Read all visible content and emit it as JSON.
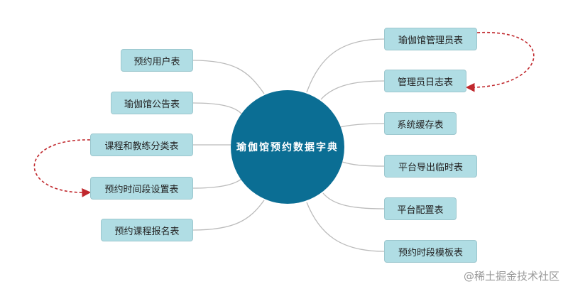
{
  "center": {
    "title": "瑜伽馆预约数据字典"
  },
  "left_nodes": [
    {
      "label": "预约用户表"
    },
    {
      "label": "瑜伽馆公告表"
    },
    {
      "label": "课程和教练分类表"
    },
    {
      "label": "预约时间段设置表"
    },
    {
      "label": "预约课程报名表"
    }
  ],
  "right_nodes": [
    {
      "label": "瑜伽馆管理员表"
    },
    {
      "label": "管理员日志表"
    },
    {
      "label": "系统缓存表"
    },
    {
      "label": "平台导出临时表"
    },
    {
      "label": "平台配置表"
    },
    {
      "label": "预约时段模板表"
    }
  ],
  "watermark": "@稀土掘金技术社区",
  "colors": {
    "center": "#0b6e94",
    "node": "#b0dde4",
    "arrow": "#c0282d"
  }
}
